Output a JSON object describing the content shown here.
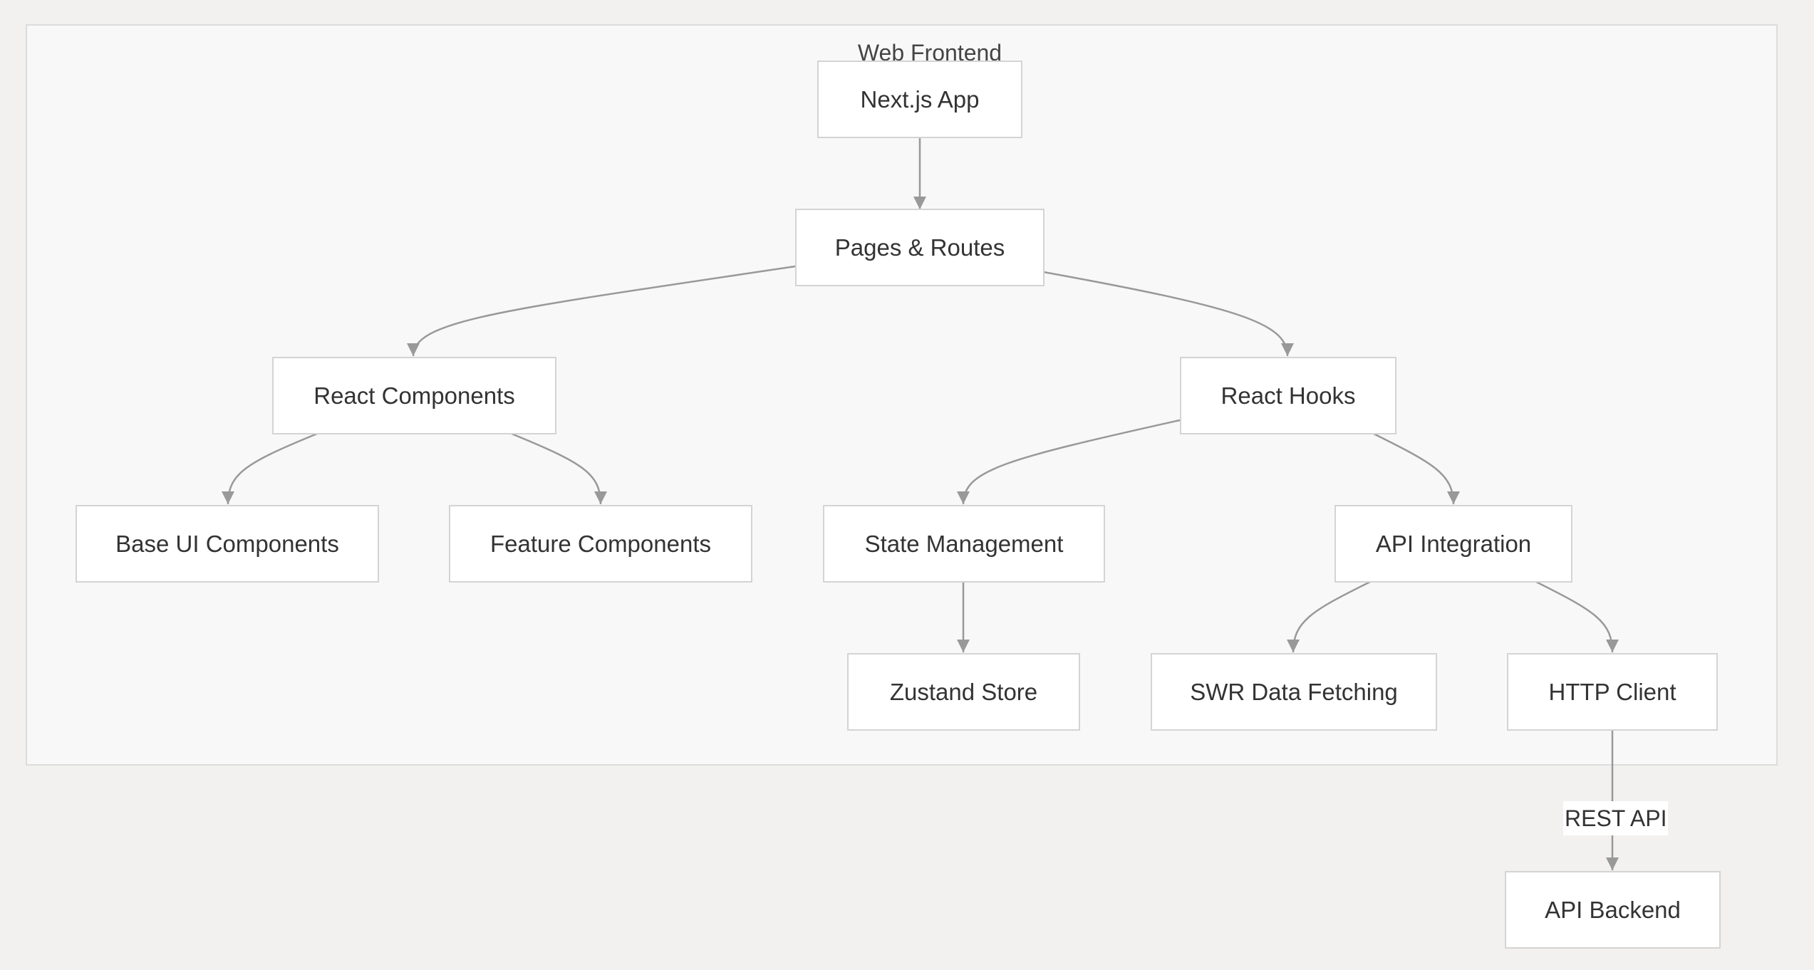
{
  "diagram": {
    "group": {
      "title": "Web Frontend"
    },
    "nodes": {
      "nextjs_app": "Next.js App",
      "pages_routes": "Pages & Routes",
      "react_components": "React Components",
      "react_hooks": "React Hooks",
      "base_ui_components": "Base UI Components",
      "feature_components": "Feature Components",
      "state_management": "State Management",
      "api_integration": "API Integration",
      "zustand_store": "Zustand Store",
      "swr_data_fetching": "SWR Data Fetching",
      "http_client": "HTTP Client",
      "api_backend": "API Backend"
    },
    "edges": [
      {
        "from": "nextjs_app",
        "to": "pages_routes"
      },
      {
        "from": "pages_routes",
        "to": "react_components"
      },
      {
        "from": "pages_routes",
        "to": "react_hooks"
      },
      {
        "from": "react_components",
        "to": "base_ui_components"
      },
      {
        "from": "react_components",
        "to": "feature_components"
      },
      {
        "from": "react_hooks",
        "to": "state_management"
      },
      {
        "from": "react_hooks",
        "to": "api_integration"
      },
      {
        "from": "state_management",
        "to": "zustand_store"
      },
      {
        "from": "api_integration",
        "to": "swr_data_fetching"
      },
      {
        "from": "api_integration",
        "to": "http_client"
      },
      {
        "from": "http_client",
        "to": "api_backend",
        "label": "REST API"
      }
    ],
    "colors": {
      "background": "#f2f1f0",
      "group_fill": "#f8f8f8",
      "group_border": "#dcdcdc",
      "node_fill": "#ffffff",
      "node_border": "#d4d4d4",
      "edge": "#999999",
      "text": "#333333"
    }
  }
}
